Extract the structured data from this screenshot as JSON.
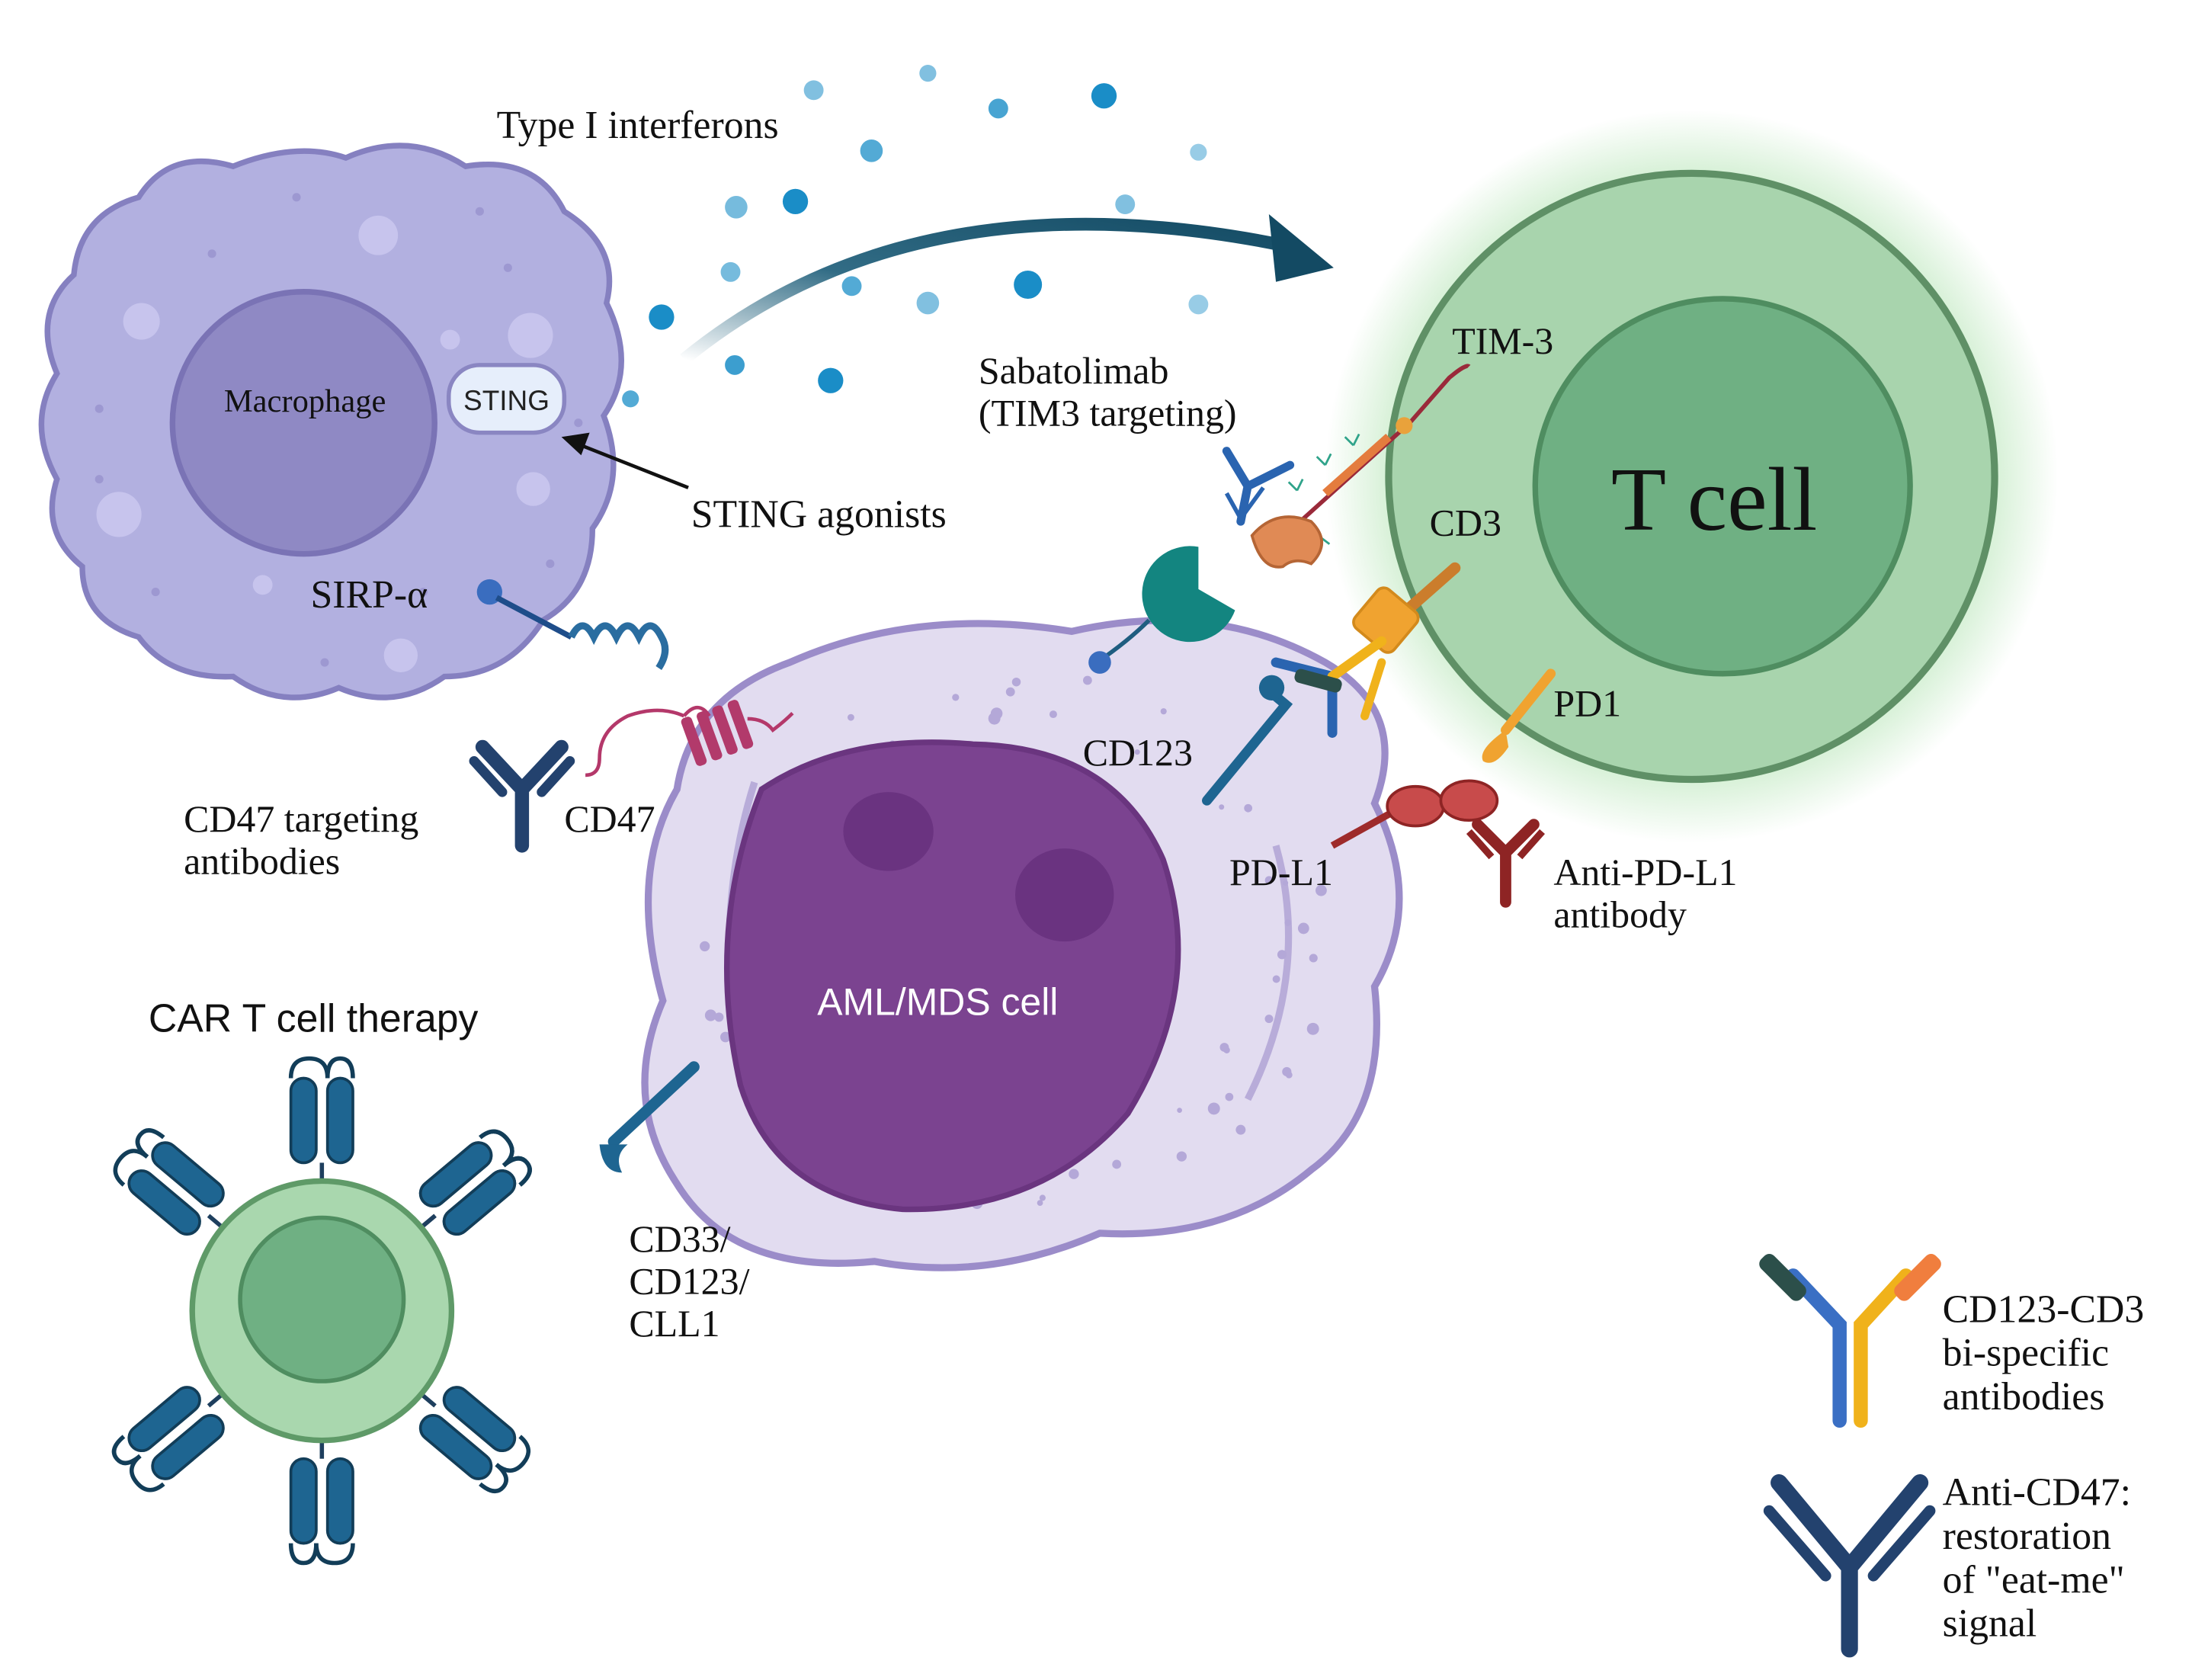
{
  "labels": {
    "type_i_interferons": "Type I interferons",
    "macrophage": "Macrophage",
    "sting": "STING",
    "sting_agonists": "STING agonists",
    "sirp_alpha": "SIRP-α",
    "cd47_targeting_1": "CD47 targeting",
    "cd47_targeting_2": "antibodies",
    "cd47": "CD47",
    "sabatolimab_1": "Sabatolimab",
    "sabatolimab_2": "(TIM3 targeting)",
    "tim3": "TIM-3",
    "t_cell": "T cell",
    "cd3": "CD3",
    "pd1": "PD1",
    "cd123": "CD123",
    "pd_l1": "PD-L1",
    "anti_pd_l1_1": "Anti-PD-L1",
    "anti_pd_l1_2": "antibody",
    "aml_mds_cell": "AML/MDS cell",
    "car_t_therapy": "CAR T cell therapy",
    "cd33_1": "CD33/",
    "cd33_2": "CD123/",
    "cd33_3": "CLL1"
  },
  "legend": [
    {
      "lines": [
        "CD123-CD3",
        "bi-specific",
        "antibodies"
      ]
    },
    {
      "lines": [
        "Anti-CD47:",
        "restoration",
        "of \"eat-me\"",
        "signal"
      ]
    }
  ],
  "colors": {
    "macrophage": "#b2b0e0",
    "macrophage_nucleus": "#8f89c4",
    "t_cell": "#a8d4ad",
    "t_cell_nucleus": "#6fb083",
    "aml_cell": "#e2dcf0",
    "aml_nucleus": "#7b4390",
    "car_t": "#a9d7ae",
    "receptor_blue": "#1e6591",
    "antibody_navy": "#23426e",
    "anti_pdl1": "#8e2424",
    "interferon": "#1a8dc7"
  }
}
